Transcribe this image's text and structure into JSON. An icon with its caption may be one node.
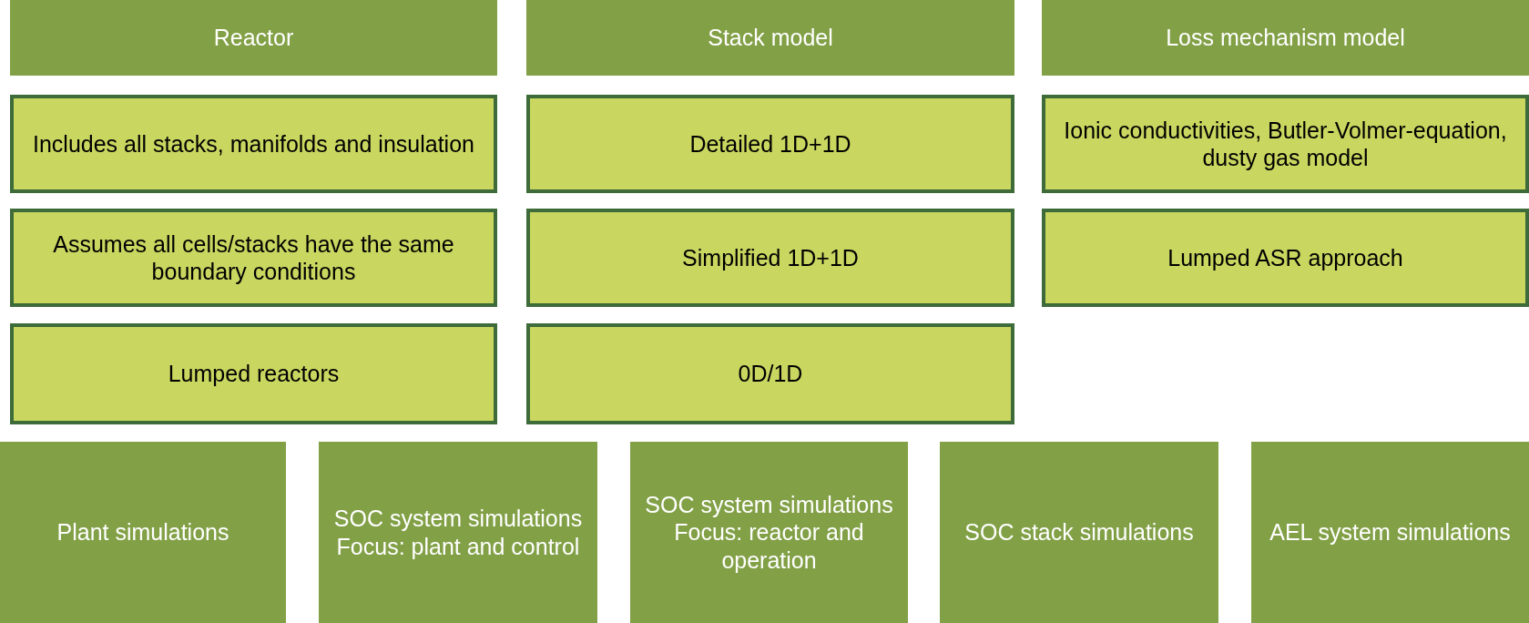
{
  "diagram": {
    "nodes": [
      {
        "text": [
          "Reactor"
        ]
      },
      {
        "text": [
          "Stack model"
        ]
      },
      {
        "text": [
          "Loss mechanism model"
        ]
      },
      {
        "text": [
          "Includes all stacks, manifolds and insulation"
        ]
      },
      {
        "text": [
          "Detailed 1D+1D"
        ]
      },
      {
        "text": [
          "Ionic conductivities, Butler-Volmer-equation, dusty gas model"
        ]
      },
      {
        "text": [
          "Assumes all cells/stacks have the same boundary conditions"
        ]
      },
      {
        "text": [
          "Simplified 1D+1D"
        ]
      },
      {
        "text": [
          "Lumped ASR approach"
        ]
      },
      {
        "text": [
          "Lumped reactors"
        ]
      },
      {
        "text": [
          "0D/1D"
        ]
      },
      {
        "text": [
          "Plant simulations"
        ]
      },
      {
        "text": [
          "SOC system simulations",
          "Focus: plant and control"
        ]
      },
      {
        "text": [
          "SOC system simulations",
          "Focus: reactor and operation"
        ]
      },
      {
        "text": [
          "SOC stack simulations"
        ]
      },
      {
        "text": [
          "AEL system simulations"
        ]
      }
    ]
  }
}
